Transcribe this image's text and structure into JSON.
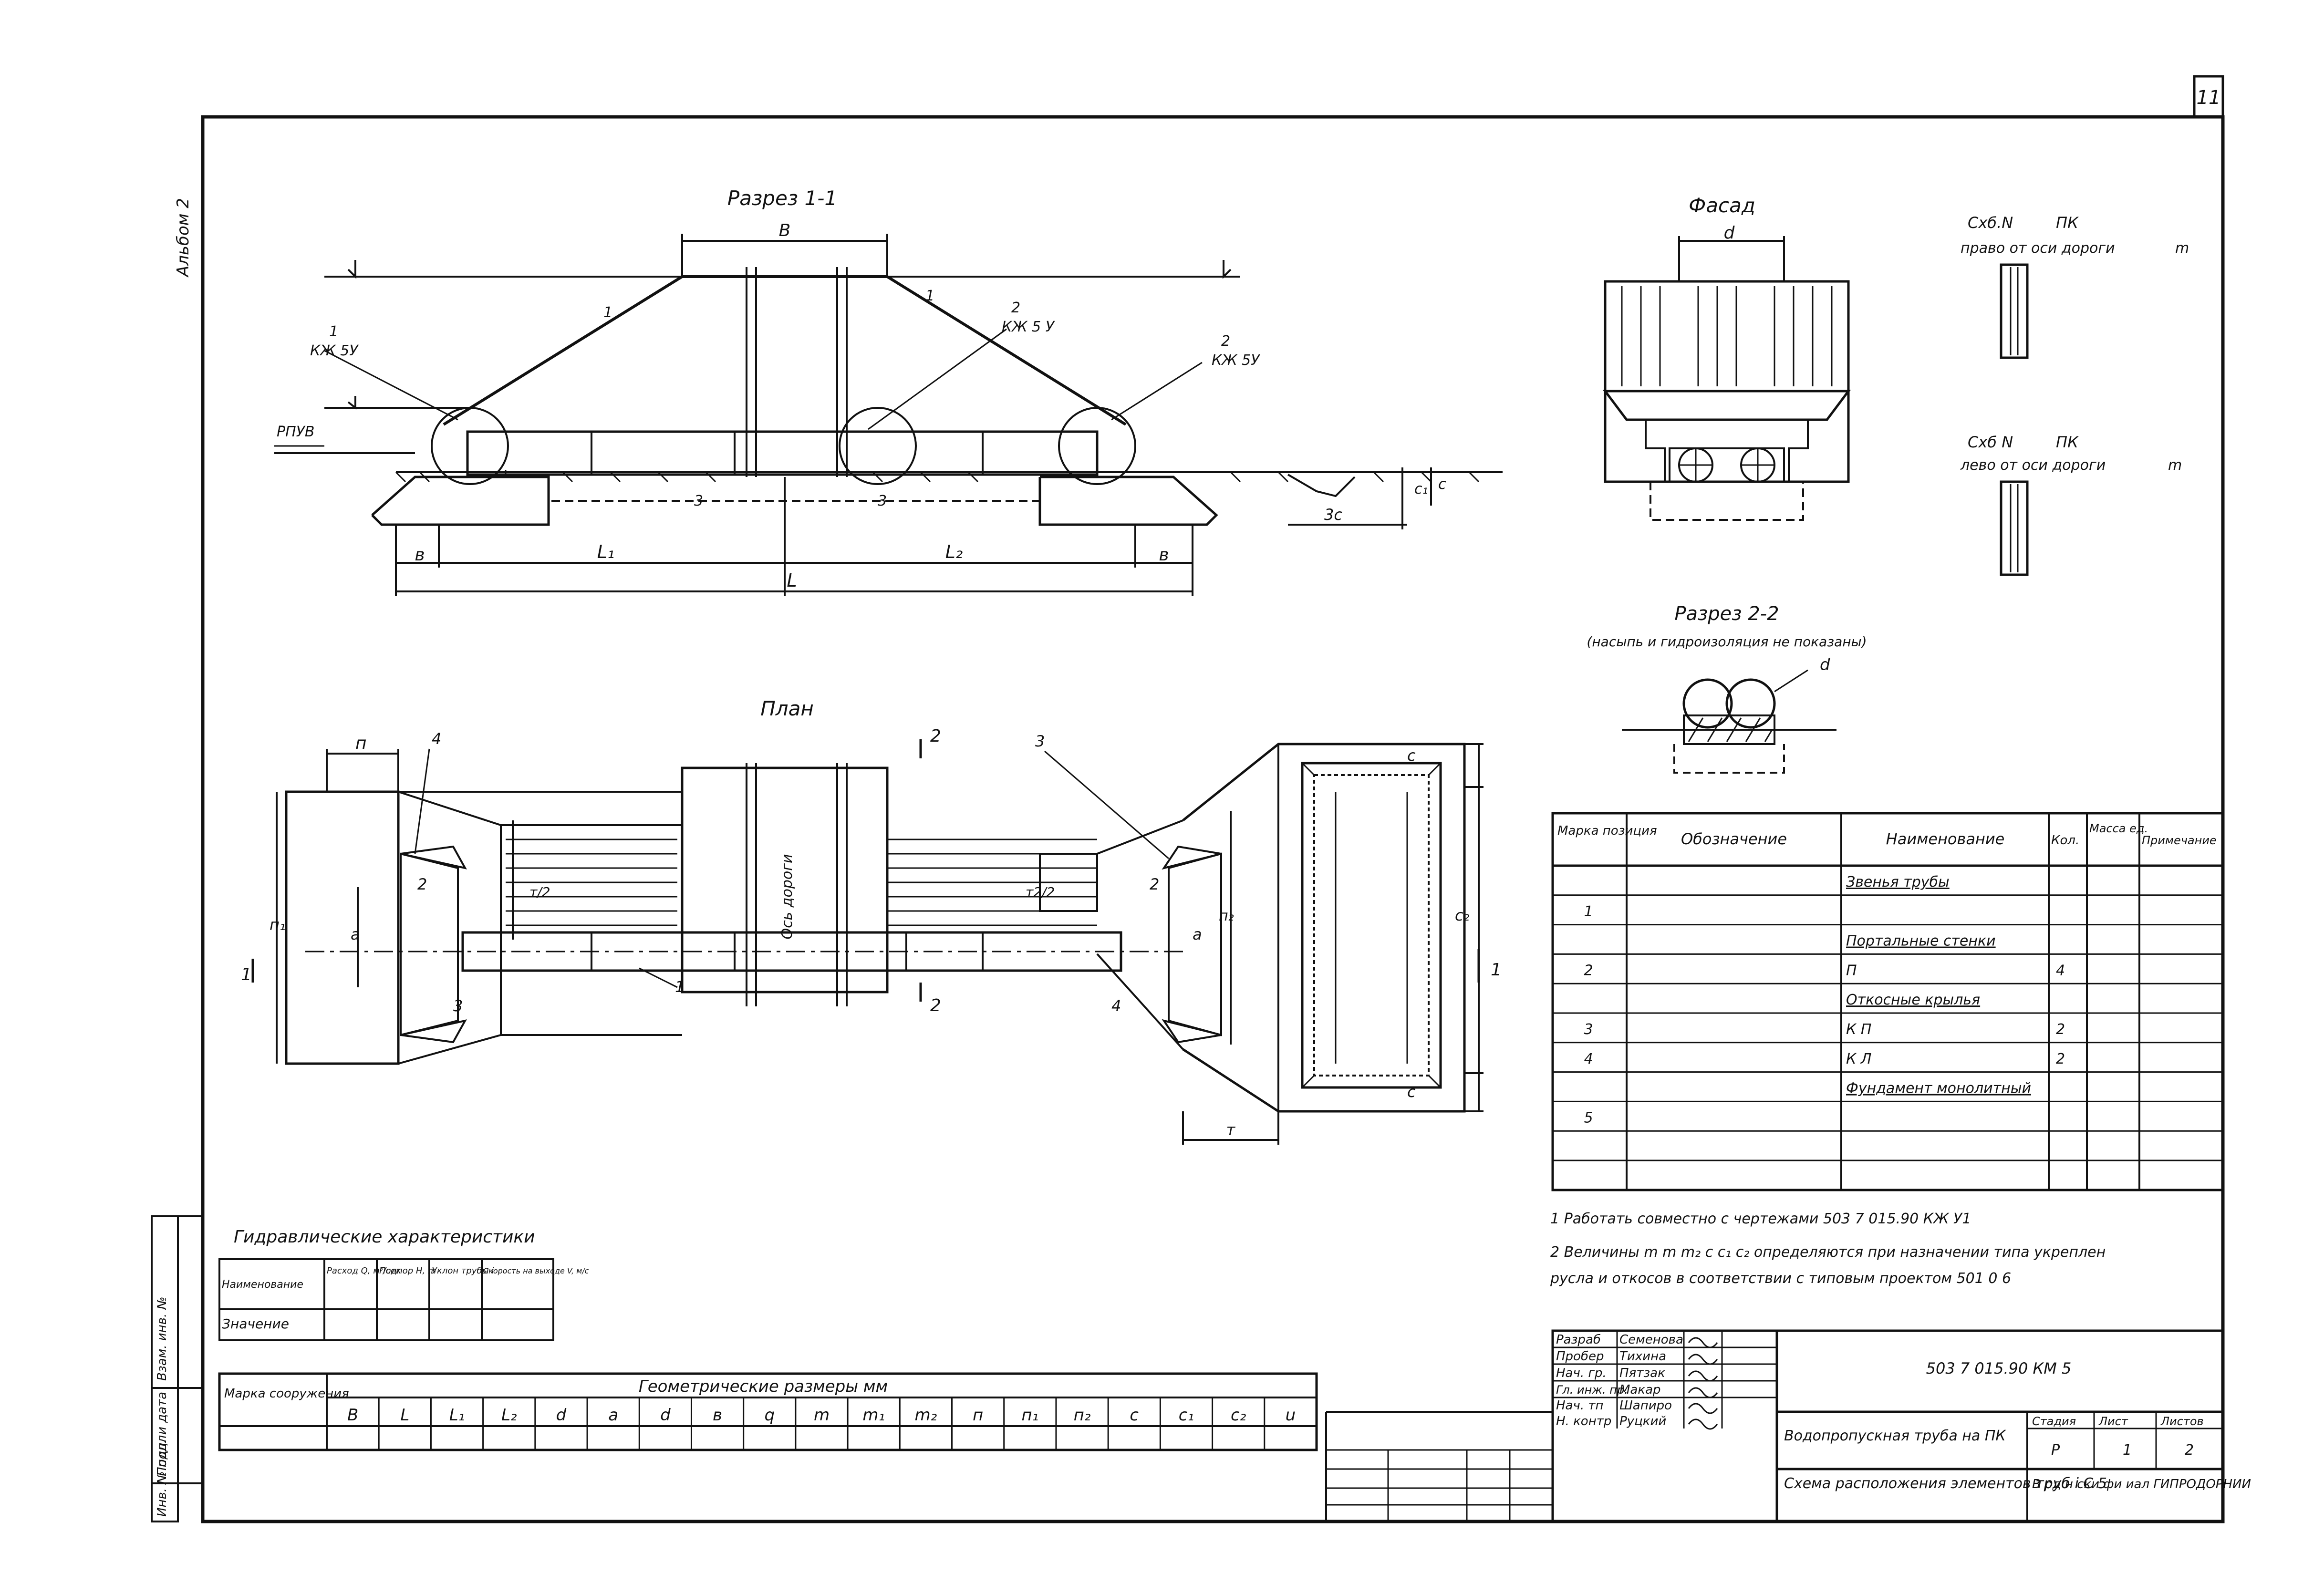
{
  "sheet": {
    "page_number": "11",
    "album_label": "Альбом 2",
    "side_stamp": [
      "Инв. № подл.",
      "Подп. и дата",
      "Взам. инв. №"
    ]
  },
  "section_1_1": {
    "title": "Разрез 1-1",
    "dim_B": "В",
    "dim_L": "L",
    "dim_L1": "L₁",
    "dim_L2": "L₂",
    "dim_b_left": "в",
    "dim_b_right": "в",
    "level_label": "РПУВ",
    "callout_1_left": "1",
    "callout_1_left_sub": "КЖ 5У",
    "callout_2_mid": "2",
    "callout_2_mid_sub": "КЖ 5 У",
    "callout_2_right": "2",
    "callout_2_right_sub": "КЖ 5У",
    "slope_1a": "1",
    "slope_1b": "1",
    "part_3a": "3",
    "part_3b": "3",
    "dim_3c": "3с",
    "dim_c": "с",
    "dim_c1": "с₁"
  },
  "facade": {
    "title": "Фасад",
    "dim_d": "d"
  },
  "block_views": {
    "right_title_a": "Схб.N",
    "right_pk_a": "ПК",
    "right_sub_a": "право от оси дороги",
    "right_unit_a": "m",
    "left_title_b": "Схб N",
    "left_pk_b": "ПК",
    "left_sub_b": "лево от оси дороги",
    "left_unit_b": "m"
  },
  "section_2_2": {
    "title": "Разрез 2-2",
    "subtitle": "(насыпь и гидроизоляция не показаны)",
    "dim_d": "d"
  },
  "plan": {
    "title": "План",
    "axis_label": "Ось дороги",
    "dim_n": "п",
    "dim_n1": "п₁",
    "dim_n2": "п₂",
    "dim_a_left": "а",
    "dim_a_right": "а",
    "dim_m2_left": "т/2",
    "dim_m2_right": "т2/2",
    "dim_m": "т",
    "dim_c_top": "с",
    "dim_c_bottom": "с",
    "dim_c2": "с₂",
    "cut_1_left": "1",
    "cut_1_right": "1",
    "cut_2_top": "2",
    "cut_2_bottom": "2",
    "callout_4_top": "4",
    "callout_2_left": "2",
    "callout_3_left": "3",
    "callout_1": "1",
    "callout_3_top": "3",
    "callout_2_right": "2",
    "callout_4_right": "4"
  },
  "spec_table": {
    "headers": [
      "Марка позиция",
      "Обозначение",
      "Наименование",
      "Кол.",
      "Масса ед.",
      "Примечание"
    ],
    "rows": [
      {
        "pos": "",
        "designation": "",
        "name": "Звенья трубы",
        "qty": "",
        "underline": true
      },
      {
        "pos": "1",
        "designation": "",
        "name": "",
        "qty": "",
        "underline": false
      },
      {
        "pos": "",
        "designation": "",
        "name": "Портальные стенки",
        "qty": "",
        "underline": true
      },
      {
        "pos": "2",
        "designation": "",
        "name": "П",
        "qty": "4",
        "underline": false
      },
      {
        "pos": "",
        "designation": "",
        "name": "Откосные крылья",
        "qty": "",
        "underline": true
      },
      {
        "pos": "3",
        "designation": "",
        "name": "К П",
        "qty": "2",
        "underline": false
      },
      {
        "pos": "4",
        "designation": "",
        "name": "К Л",
        "qty": "2",
        "underline": false
      },
      {
        "pos": "",
        "designation": "",
        "name": "Фундамент монолитный",
        "qty": "",
        "underline": true
      },
      {
        "pos": "5",
        "designation": "",
        "name": "",
        "qty": "",
        "underline": false
      },
      {
        "pos": "",
        "designation": "",
        "name": "",
        "qty": "",
        "underline": false
      },
      {
        "pos": "",
        "designation": "",
        "name": "",
        "qty": "",
        "underline": false
      }
    ]
  },
  "notes": [
    "1  Работать совместно с чертежами  503 7 015.90  КЖ У1",
    "2  Величины m m  m₂ с с₁ с₂ определяются при назначении типа укреплен",
    "   русла и откосов  в соответствии с типовым проектом 501 0  6"
  ],
  "hydraulic": {
    "title": "Гидравлические характеристики",
    "headers": [
      "Наименование",
      "Расход Q, м³/сек",
      "Подпор Н, m",
      "Уклон трубы i",
      "Скорость на выходе V, м/с"
    ],
    "row_label": "Значение"
  },
  "geometry": {
    "title": "Геометрические размеры мм",
    "row_header": "Марка сооружения",
    "columns": [
      "В",
      "L",
      "L₁",
      "L₂",
      "d",
      "а",
      "d",
      "в",
      "q",
      "m",
      "m₁",
      "m₂",
      "п",
      "п₁",
      "п₂",
      "с",
      "с₁",
      "с₂",
      "u"
    ]
  },
  "title_block": {
    "code": "503  7  015.90   КМ 5",
    "roles": [
      "Разраб",
      "Пробер",
      "Нач. гр.",
      "Гл. инж. пр.",
      "Нач. тп",
      "Н. контр"
    ],
    "names": [
      "Семенова",
      "Тихина",
      "Пятзак",
      "Макар",
      "Шапиро",
      "Руцкий"
    ],
    "description": "Водопропускная труба на ПК",
    "sheet_title": "Схема расположения элементов труб i С 5",
    "stage_header": [
      "Стадия",
      "Лист",
      "Листов"
    ],
    "stage_values": [
      "Р",
      "1",
      "2"
    ],
    "organization": "В рд  н ски  фи иал ГИПРОДОРНИИ"
  }
}
